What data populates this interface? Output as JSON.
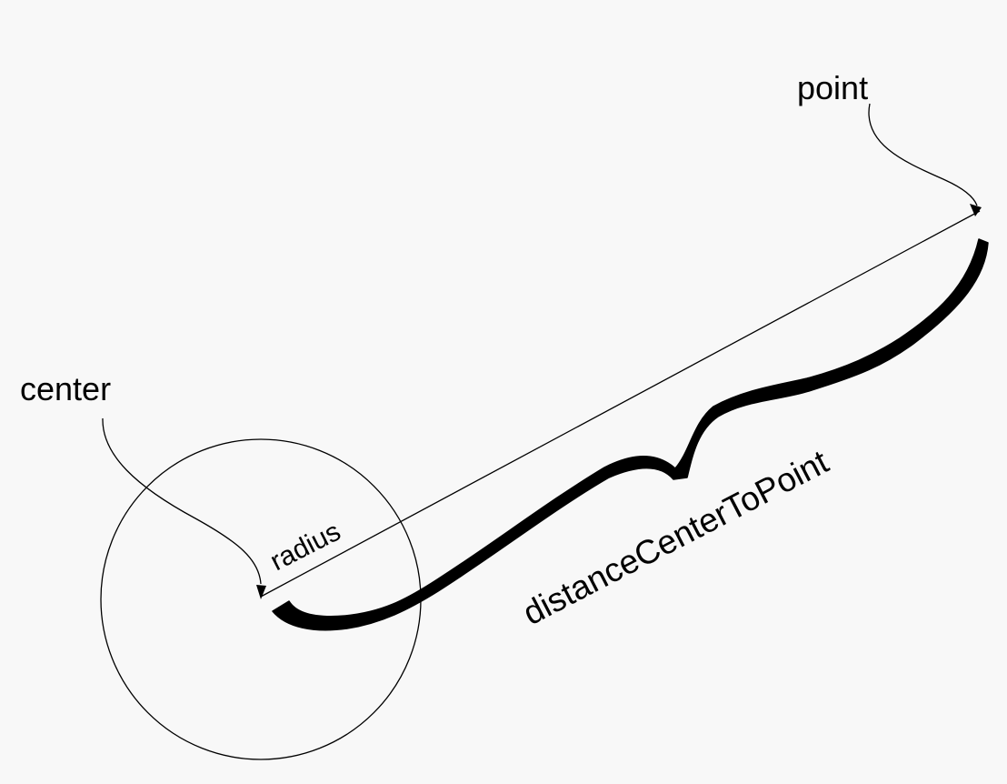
{
  "diagram": {
    "labels": {
      "point": "point",
      "center": "center",
      "radius": "radius",
      "distance": "distanceCenterToPoint"
    },
    "colors": {
      "background": "#f8f8f8",
      "ink": "#000000"
    }
  }
}
